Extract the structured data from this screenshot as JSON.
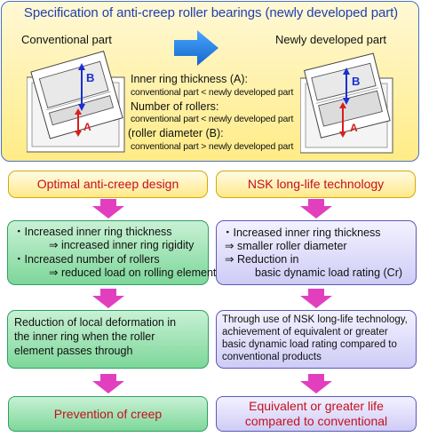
{
  "top": {
    "title": "Specification of anti-creep roller bearings (newly developed part)",
    "conventional_label": "Conventional part",
    "new_label": "Newly developed part",
    "label_b": "B",
    "label_a": "A",
    "inner_ring_thickness": "Inner ring thickness (A):",
    "inner_ring_compare": "conventional part < newly developed part",
    "number_of_rollers": "Number of rollers:",
    "rollers_compare": "conventional part < newly developed part",
    "roller_diameter": "(roller diameter (B):",
    "diameter_compare": "conventional part > newly developed part"
  },
  "left": {
    "header": "Optimal anti-creep design",
    "box1_line1": "・Increased inner ring thickness",
    "box1_line2": "⇒ increased inner ring rigidity",
    "box1_line3": "・Increased number of rollers",
    "box1_line4": "⇒ reduced load on rolling element",
    "box2_line1": "Reduction of local deformation in",
    "box2_line2": "the inner ring when the roller",
    "box2_line3": "element passes through",
    "result": "Prevention of creep"
  },
  "right": {
    "header": "NSK long-life technology",
    "box1_line1": "・Increased inner ring thickness",
    "box1_line2": "⇒ smaller roller diameter",
    "box1_line3": "⇒ Reduction in",
    "box1_line4": "basic dynamic load rating (Cr)",
    "box2_line1": "Through use of NSK long-life technology,",
    "box2_line2": "achievement of equivalent or greater",
    "box2_line3": "basic dynamic load rating compared to",
    "box2_line4": "conventional products",
    "result_line1": "Equivalent or greater life",
    "result_line2": "compared to conventional"
  },
  "colors": {
    "title_blue": "#1f3fae",
    "accent_red": "#c4101f",
    "arrow_magenta": "#e23fbf",
    "big_arrow_blue": "#1e7fe0",
    "green_fill": "#7dd79a",
    "violet_fill": "#cfccf6",
    "header_yellow": "#ffe98a"
  }
}
